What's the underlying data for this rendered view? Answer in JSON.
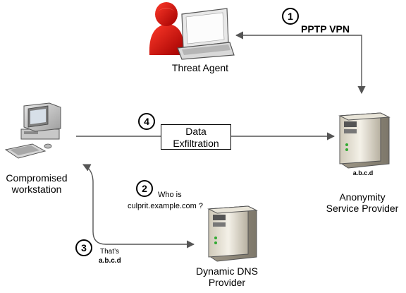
{
  "steps": [
    {
      "number": "1",
      "label": "PPTP VPN"
    },
    {
      "number": "2",
      "label_line1": "Who is",
      "label_line2": "culprit.example.com ?"
    },
    {
      "number": "3",
      "label_line1": "That’s",
      "label_line2": "a.b.c.d"
    },
    {
      "number": "4",
      "box_line1": "Data",
      "box_line2": "Exfiltration"
    }
  ],
  "nodes": {
    "threat_agent": {
      "label": "Threat Agent",
      "icon": "hooded-user-laptop-icon",
      "color": "#cc0000"
    },
    "workstation": {
      "label_line1": "Compromised",
      "label_line2": "workstation",
      "icon": "desktop-computer-icon"
    },
    "anonymity": {
      "ip": "a.b.c.d",
      "label_line1": "Anonymity",
      "label_line2": "Service Provider",
      "icon": "server-icon"
    },
    "dns": {
      "label_line1": "Dynamic DNS",
      "label_line2": "Provider",
      "icon": "server-icon"
    }
  },
  "colors": {
    "arrow": "#555555",
    "accent": "#cc0000"
  }
}
